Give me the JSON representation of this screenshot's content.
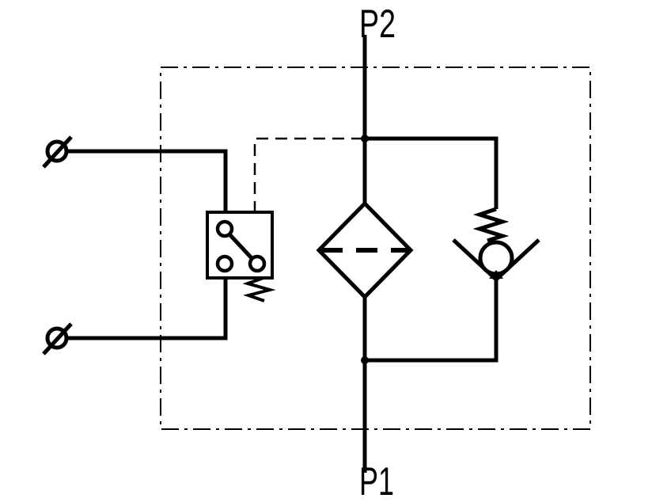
{
  "diagram": {
    "background_color": "#ffffff",
    "line_color": "#000000",
    "ports": {
      "top_label": "P2",
      "bottom_label": "P1"
    },
    "icons": {
      "enclosure": "dash-dot-assembly-boundary",
      "filter": "filter-element-icon",
      "bypass_valve": "spring-loaded-check-valve-icon",
      "pressure_switch": "differential-pressure-switch-icon",
      "terminal_upper": "electrical-terminal-icon",
      "terminal_lower": "electrical-terminal-icon",
      "sensing_line": "dashed-pilot-line"
    }
  }
}
